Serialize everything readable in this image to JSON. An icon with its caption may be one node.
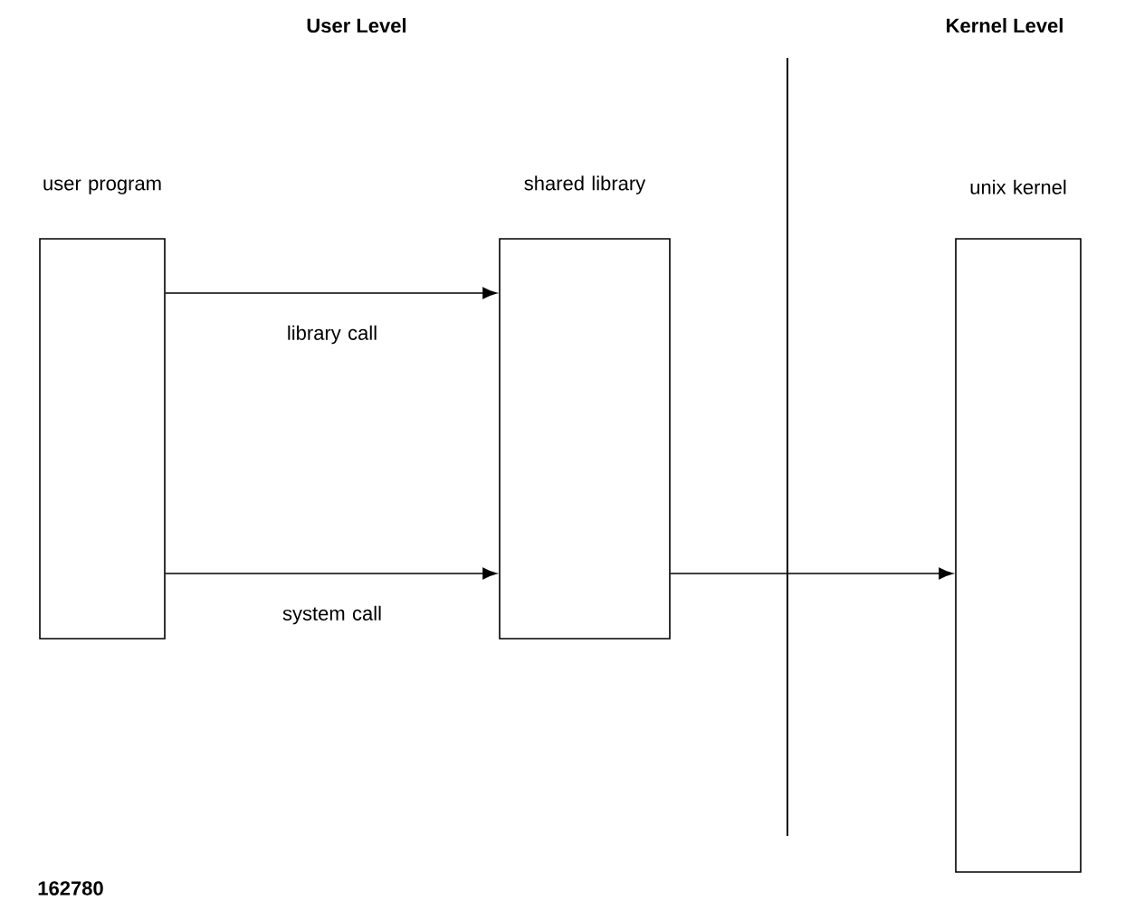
{
  "diagram": {
    "nodes": [
      {
        "text": [
          "user program"
        ]
      },
      {
        "text": [
          "shared library"
        ]
      },
      {
        "text": [
          "unix kernel"
        ]
      }
    ],
    "edges": [
      {
        "from": 0,
        "to": 1,
        "arrow": "to",
        "label": "library call"
      },
      {
        "from": 0,
        "to": 1,
        "arrow": "to",
        "label": "system call"
      },
      {
        "from": 1,
        "to": 2,
        "arrow": "to"
      }
    ],
    "labels": [
      "User Level",
      "Kernel Level",
      "162780"
    ]
  }
}
